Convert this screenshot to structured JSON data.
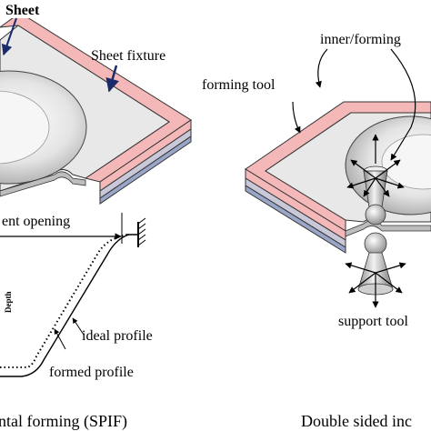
{
  "labels": {
    "sheet": "Sheet",
    "sheet_fixture": "Sheet fixture",
    "inner_forming": "inner/forming",
    "forming_tool": "forming tool",
    "opening": "ent opening",
    "depth": "Depth",
    "ideal_profile": "ideal profile",
    "formed_profile": "formed profile",
    "support_tool": "support tool",
    "caption_left": "ntal forming (SPIF)",
    "caption_right": "Double sided inc"
  },
  "colors": {
    "fixture_top": "#f4b8b8",
    "fixture_mid": "#c8c8d8",
    "fixture_bottom": "#9aa6c8",
    "sheet_gray": "#d8d8d8",
    "accent_blue": "#1a2a6a"
  }
}
